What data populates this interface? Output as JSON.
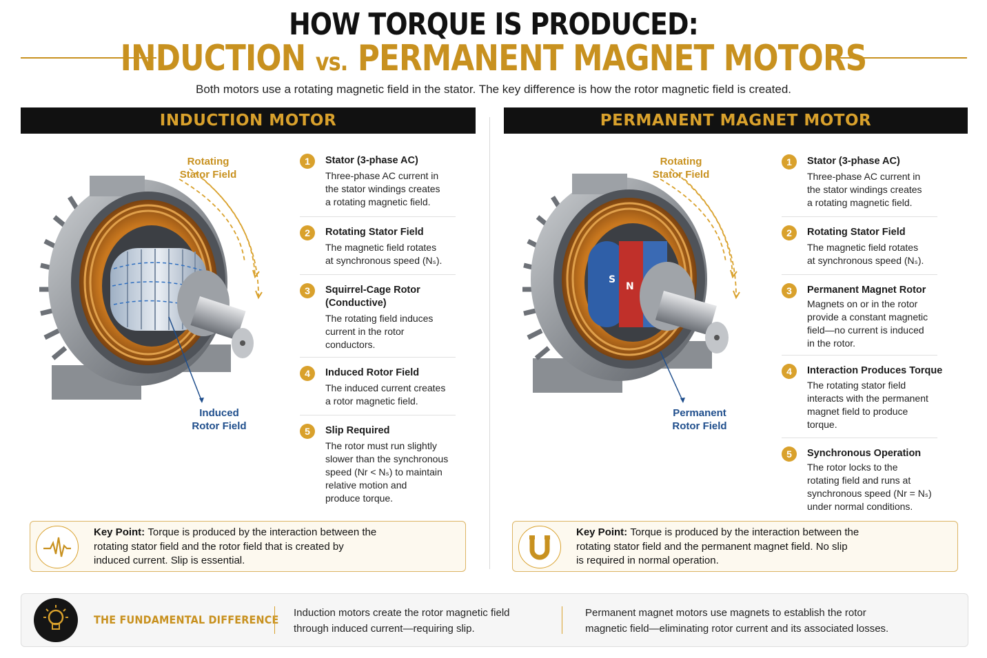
{
  "header": {
    "title_line1": "HOW TORQUE IS PRODUCED:",
    "title_line2_a": "INDUCTION ",
    "title_line2_vs": "vs.",
    "title_line2_b": " PERMANENT MAGNET MOTORS",
    "subtitle": "Both motors use a rotating magnetic field in the stator. The key difference is how the rotor magnetic field is created."
  },
  "induction": {
    "heading": "INDUCTION MOTOR",
    "callout_top_1": "Rotating",
    "callout_top_2": "Stator Field",
    "callout_bottom_1": "Induced",
    "callout_bottom_2": "Rotor Field",
    "steps": [
      {
        "num": "1",
        "title": "Stator (3-phase AC)",
        "lines": [
          "Three-phase AC current in",
          "the stator windings creates",
          "a rotating magnetic field."
        ]
      },
      {
        "num": "2",
        "title": "Rotating Stator Field",
        "lines": [
          "The magnetic field rotates",
          "at synchronous speed (Nₛ)."
        ]
      },
      {
        "num": "3",
        "title": "Squirrel-Cage Rotor",
        "title2": "(Conductive)",
        "lines": [
          "The rotating field induces",
          "current in the rotor",
          "conductors."
        ]
      },
      {
        "num": "4",
        "title": "Induced Rotor Field",
        "lines": [
          "The induced current creates",
          "a rotor magnetic field."
        ]
      },
      {
        "num": "5",
        "title": "Slip Required",
        "lines": [
          "The rotor must run slightly",
          "slower than the synchronous",
          "speed (Nr < Nₛ) to maintain",
          "relative motion and",
          "produce torque."
        ]
      }
    ],
    "key_label": "Key Point:",
    "key_lines": [
      "Torque is produced by the interaction between the",
      "rotating stator field and the rotor field that is created by",
      "induced current. Slip is essential."
    ],
    "key_icon": "waveform-icon"
  },
  "pm": {
    "heading": "PERMANENT MAGNET MOTOR",
    "callout_top_1": "Rotating",
    "callout_top_2": "Stator Field",
    "callout_bottom_1": "Permanent",
    "callout_bottom_2": "Rotor Field",
    "magnet_labels": [
      "S",
      "N"
    ],
    "steps": [
      {
        "num": "1",
        "title": "Stator (3-phase AC)",
        "lines": [
          "Three-phase AC current in",
          "the stator windings creates",
          "a rotating magnetic field."
        ]
      },
      {
        "num": "2",
        "title": "Rotating Stator Field",
        "lines": [
          "The magnetic field rotates",
          "at synchronous speed (Nₛ)."
        ]
      },
      {
        "num": "3",
        "title": "Permanent Magnet Rotor",
        "lines": [
          "Magnets on or in the rotor",
          "provide a constant magnetic",
          "field—no current is induced",
          "in the rotor."
        ]
      },
      {
        "num": "4",
        "title": "Interaction Produces Torque",
        "lines": [
          "The rotating stator field",
          "interacts with the permanent",
          "magnet field to produce",
          "torque."
        ]
      },
      {
        "num": "5",
        "title": "Synchronous Operation",
        "lines": [
          "The rotor locks to the",
          "rotating field and runs at",
          "synchronous speed (Nr = Nₛ)",
          "under normal conditions."
        ]
      }
    ],
    "key_label": "Key Point:",
    "key_lines": [
      "Torque is produced by the interaction between the",
      "rotating stator field and the permanent magnet field. No slip",
      "is required in normal operation."
    ],
    "key_icon": "horseshoe-magnet-icon"
  },
  "bottom": {
    "icon": "lightbulb-icon",
    "label": "THE FUNDAMENTAL DIFFERENCE",
    "induction_lines": [
      "Induction motors create the rotor magnetic field",
      "through induced current—requiring slip."
    ],
    "pm_lines": [
      "Permanent magnet motors use magnets to establish the rotor",
      "magnetic field—eliminating rotor current and its associated losses."
    ]
  },
  "colors": {
    "accent": "#c8911f",
    "dark": "#111111",
    "blue": "#1f4e8c",
    "copper": "#b86a1c"
  }
}
